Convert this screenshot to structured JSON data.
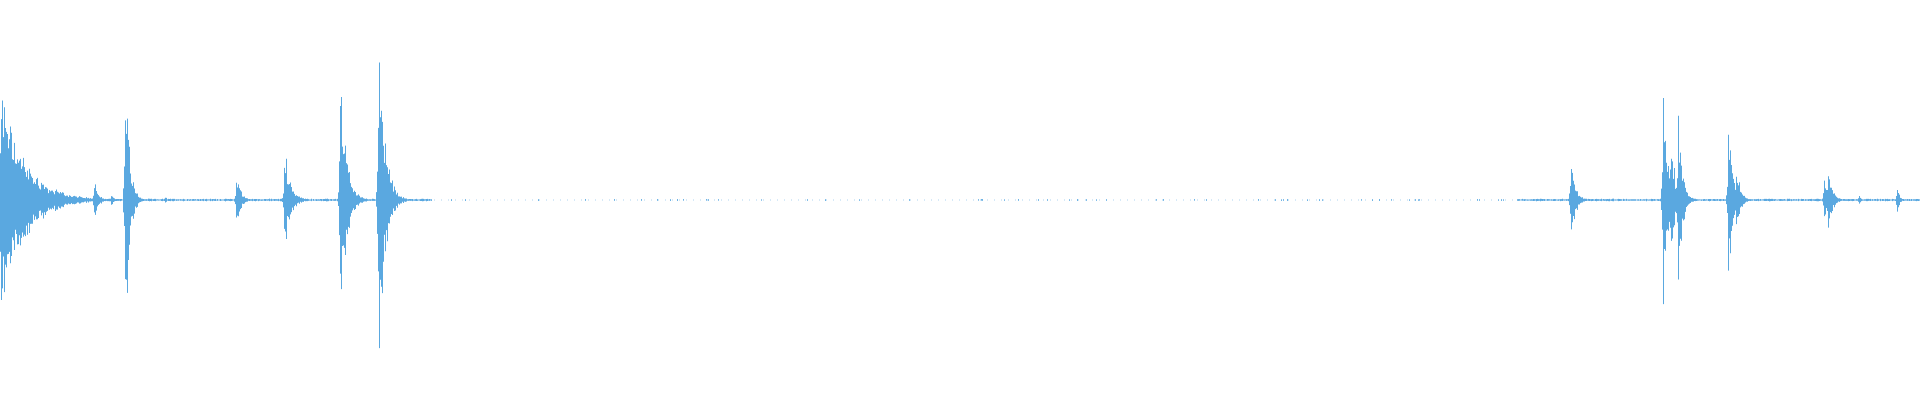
{
  "colors": {
    "background": "#ffffff",
    "waveform": "#5aa8e0"
  },
  "waveform": {
    "bursts": [
      {
        "t": 0.0002,
        "amp": 0.72,
        "decay": 0.012
      },
      {
        "t": 0.006,
        "amp": 0.1,
        "decay": 0.004
      },
      {
        "t": 0.049,
        "amp": 0.14,
        "decay": 0.002
      },
      {
        "t": 0.058,
        "amp": 0.06,
        "decay": 0.001
      },
      {
        "t": 0.065,
        "amp": 1.04,
        "decay": 0.002
      },
      {
        "t": 0.086,
        "amp": 0.02,
        "decay": 0.001
      },
      {
        "t": 0.123,
        "amp": 0.2,
        "decay": 0.002
      },
      {
        "t": 0.148,
        "amp": 0.34,
        "decay": 0.003
      },
      {
        "t": 0.177,
        "amp": 0.88,
        "decay": 0.003
      },
      {
        "t": 0.18,
        "amp": 0.3,
        "decay": 0.002
      },
      {
        "t": 0.197,
        "amp": 1.22,
        "decay": 0.003
      },
      {
        "t": 0.201,
        "amp": 0.35,
        "decay": 0.003
      },
      {
        "t": 0.818,
        "amp": 0.34,
        "decay": 0.002
      },
      {
        "t": 0.866,
        "amp": 0.86,
        "decay": 0.002
      },
      {
        "t": 0.87,
        "amp": 0.5,
        "decay": 0.002
      },
      {
        "t": 0.874,
        "amp": 0.58,
        "decay": 0.002
      },
      {
        "t": 0.9,
        "amp": 0.58,
        "decay": 0.002
      },
      {
        "t": 0.904,
        "amp": 0.26,
        "decay": 0.002
      },
      {
        "t": 0.95,
        "amp": 0.16,
        "decay": 0.002
      },
      {
        "t": 0.952,
        "amp": 0.24,
        "decay": 0.002
      },
      {
        "t": 0.968,
        "amp": 0.03,
        "decay": 0.001
      },
      {
        "t": 0.988,
        "amp": 0.1,
        "decay": 0.001
      }
    ],
    "noise_floor": 0.005,
    "quiet_regions": [
      [
        0.225,
        0.79
      ]
    ]
  }
}
